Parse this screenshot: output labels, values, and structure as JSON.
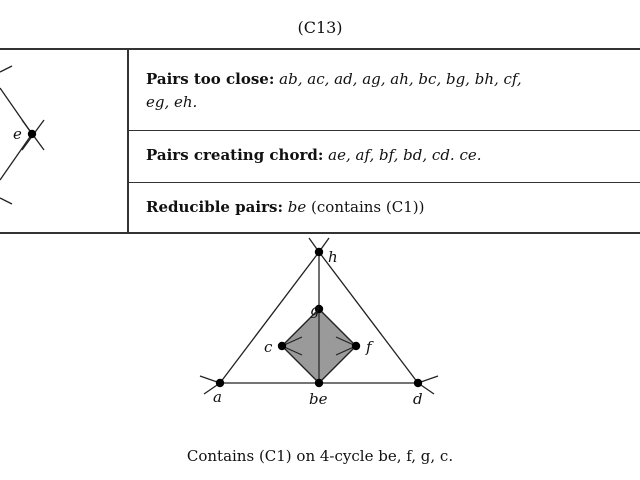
{
  "caption_top": "(C13)",
  "rows": [
    {
      "label": "Pairs too close:",
      "line1": "ab, ac, ad, ag, ah, bc, bg, bh, cf,",
      "line2": "eg, eh."
    },
    {
      "label": "Pairs creating chord:",
      "line1": "ae, af, bf, bd, cd. ce."
    },
    {
      "label": "Reducible pairs:",
      "pair": "be",
      "note": "(contains (C1))"
    }
  ],
  "left_vertex_label": "e",
  "graph_labels": {
    "h": "h",
    "g": "g",
    "c": "c",
    "f": "f",
    "a": "a",
    "be": "be",
    "d": "d"
  },
  "colors": {
    "quad_fill": "#9a9a9a",
    "rule": "#333333"
  },
  "caption_bottom": "Contains (C1) on 4-cycle be, f, g, c."
}
